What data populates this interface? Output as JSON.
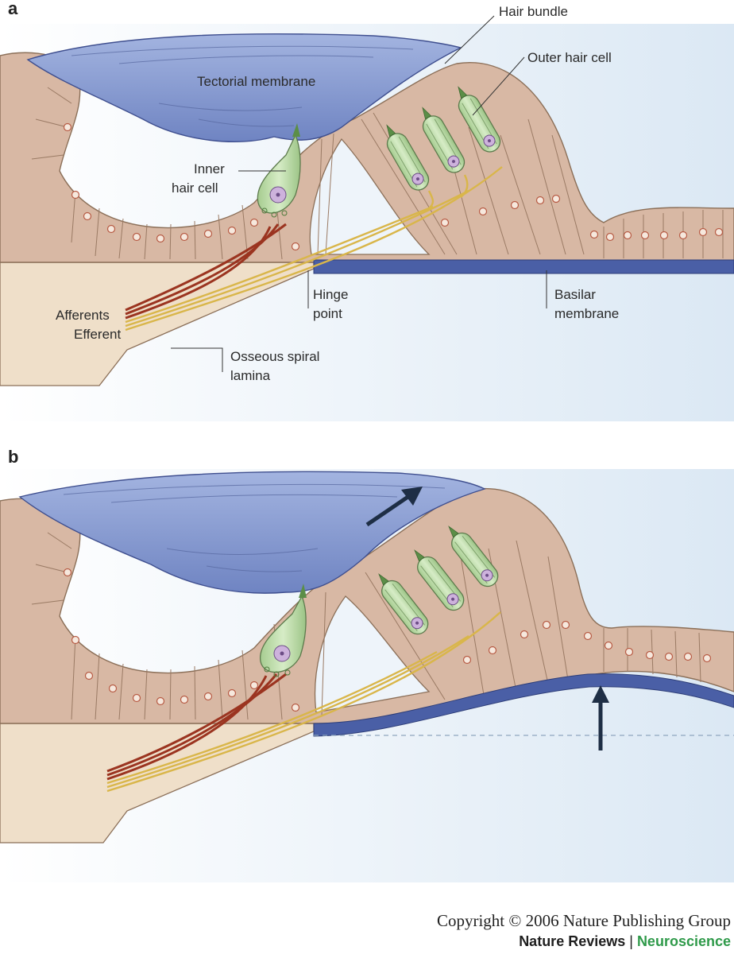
{
  "panels": [
    {
      "letter": "a",
      "labels": {
        "hair_bundle": "Hair bundle",
        "outer_hair_cell": "Outer hair cell",
        "tectorial_membrane": "Tectorial membrane",
        "inner_hair_cell_1": "Inner",
        "inner_hair_cell_2": "hair cell",
        "hinge_point_1": "Hinge",
        "hinge_point_2": "point",
        "basilar_membrane_1": "Basilar",
        "basilar_membrane_2": "membrane",
        "afferents": "Afferents",
        "efferent": "Efferent",
        "osseous_1": "Osseous spiral",
        "osseous_2": "lamina"
      }
    },
    {
      "letter": "b"
    }
  ],
  "footer": {
    "copyright": "Copyright © 2006 Nature Publishing Group",
    "journal_a": "Nature Reviews",
    "separator": " | ",
    "journal_b": "Neuroscience"
  },
  "colors": {
    "tectorial": "#7f93cc",
    "tissue": "#d8b8a4",
    "bone": "#efdfc9",
    "hair_cell": "#b4d6a0",
    "afferent_fiber": "#9b3420",
    "efferent_fiber": "#d9b64a",
    "basilar": "#4a5fa6",
    "background": "#e6f0f8",
    "brand_green": "#2f9a4a"
  }
}
